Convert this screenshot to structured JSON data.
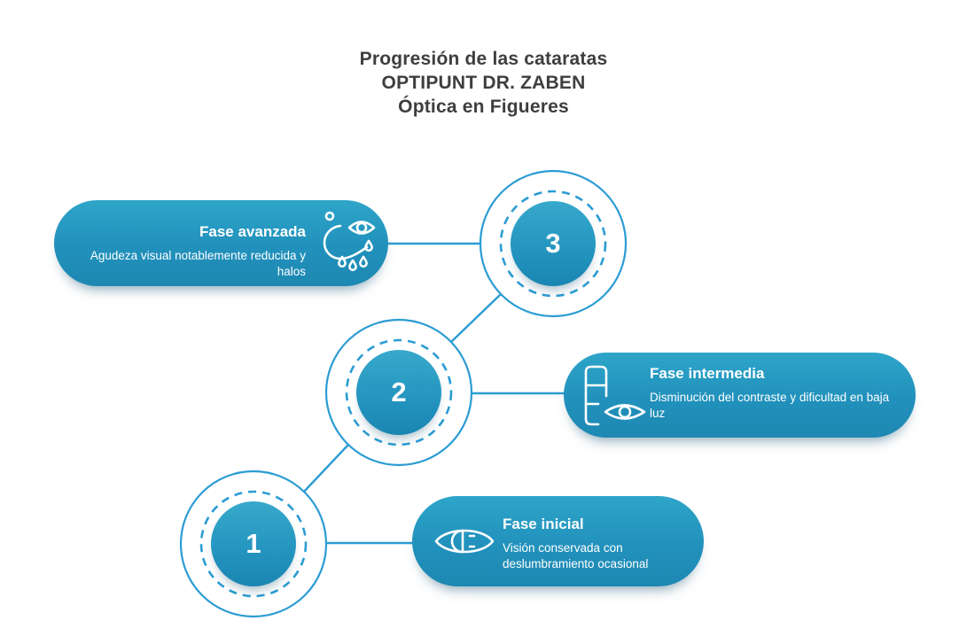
{
  "title": {
    "line1": "Progresión de las cataratas",
    "line2": "OPTIPUNT DR. ZABEN",
    "line3": "Óptica en Figueres"
  },
  "colors": {
    "background": "#FFFFFF",
    "accent_stroke": "#2B9CD3",
    "pill_gradient_top": "#2EA5C9",
    "pill_gradient_bottom": "#1E88B2",
    "title_text": "#3E3E3E",
    "pill_text": "#FFFFFF"
  },
  "stages": [
    {
      "number": "1",
      "name": "Fase inicial",
      "description": "Visión conservada con deslumbramiento ocasional",
      "icon": "eye-glare-icon"
    },
    {
      "number": "2",
      "name": "Fase intermedia",
      "description": "Disminución del contraste y dificultad en baja luz",
      "icon": "eye-chart-icon"
    },
    {
      "number": "3",
      "name": "Fase avanzada",
      "description": "Agudeza visual notablemente reducida y halos",
      "icon": "watery-eye-icon"
    }
  ]
}
